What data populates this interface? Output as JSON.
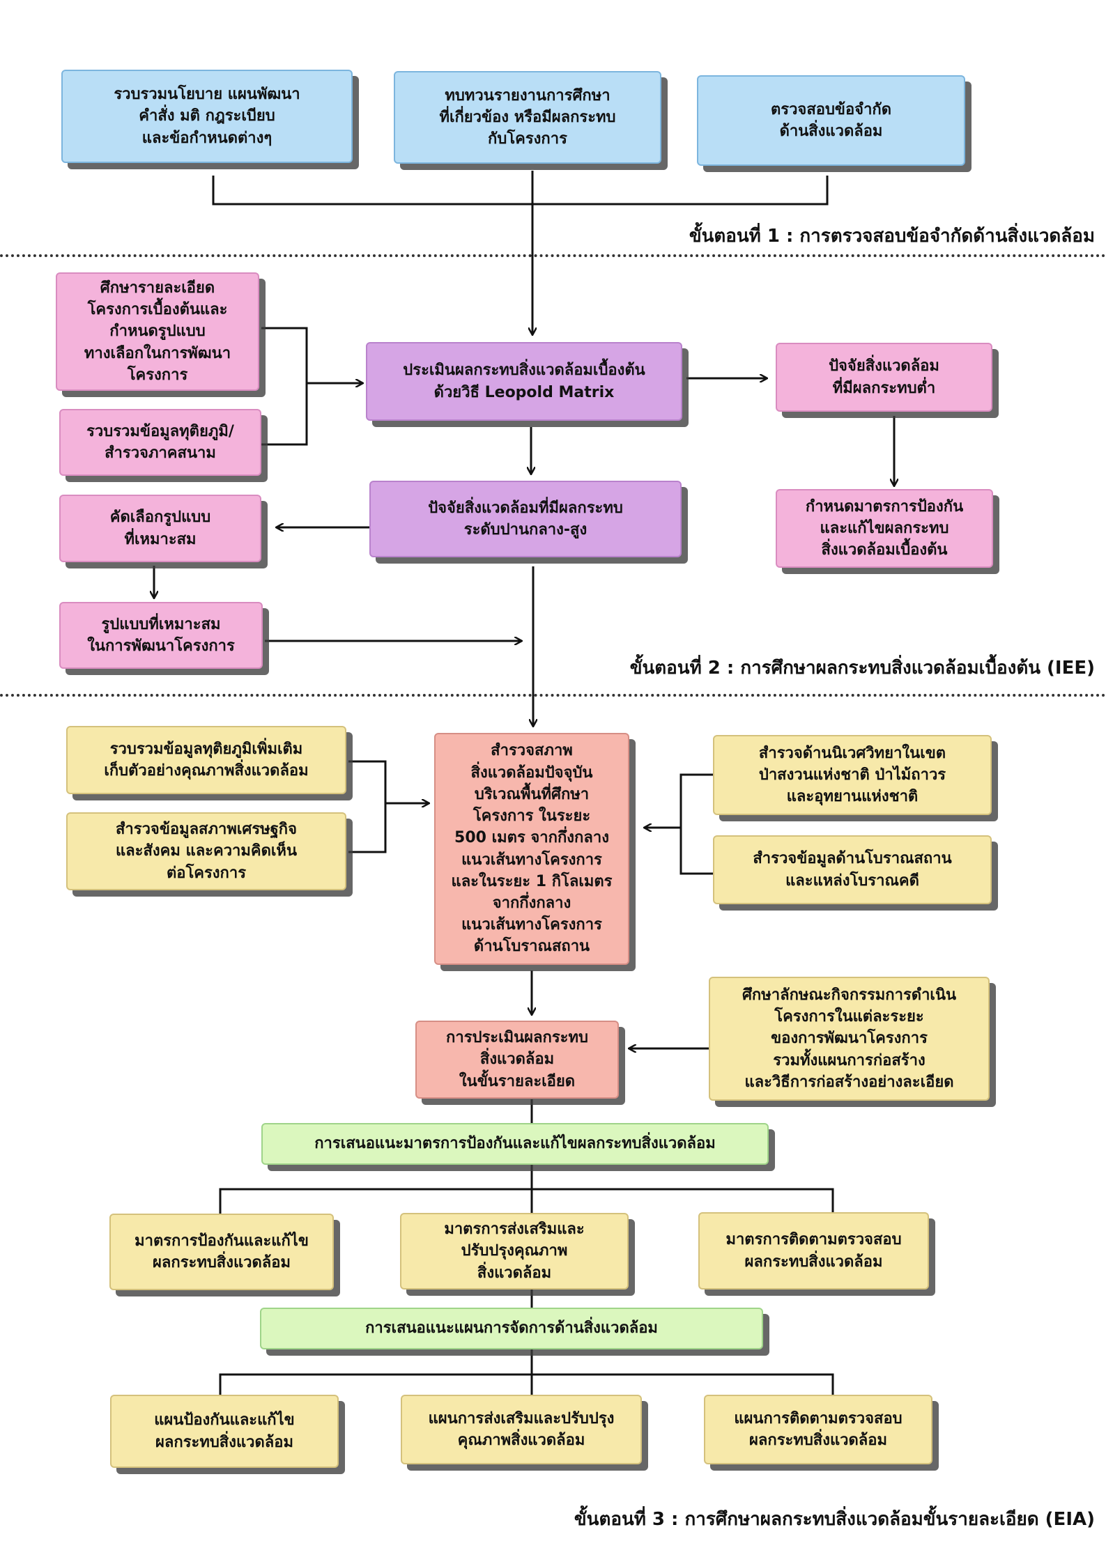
{
  "stage1": {
    "boxes": [
      "รวบรวมนโยบาย แผนพัฒนา\nคำสั่ง มติ กฎระเบียบ\nและข้อกำหนดต่างๆ",
      "ทบทวนรายงานการศึกษา\nที่เกี่ยวข้อง หรือมีผลกระทบ\nกับโครงการ",
      "ตรวจสอบข้อจำกัด\nด้านสิ่งแวดล้อม"
    ],
    "label": "ขั้นตอนที่ 1 : การตรวจสอบข้อจำกัดด้านสิ่งแวดล้อม"
  },
  "stage2": {
    "study_detail": "ศึกษารายละเอียด\nโครงการเบื้องต้นและ\nกำหนดรูปแบบ\nทางเลือกในการพัฒนา\nโครงการ",
    "collect_data": "รวบรวมข้อมูลทุติยภูมิ/\nสำรวจภาคสนาม",
    "leopold": "ประเมินผลกระทบสิ่งแวดล้อมเบื้องต้น\nด้วยวิธี Leopold Matrix",
    "low_impact": "ปัจจัยสิ่งแวดล้อม\nที่มีผลกระทบต่ำ",
    "mitigation": "กำหนดมาตรการป้องกัน\nและแก้ไขผลกระทบ\nสิ่งแวดล้อมเบื้องต้น",
    "med_high": "ปัจจัยสิ่งแวดล้อมที่มีผลกระทบ\nระดับปานกลาง-สูง",
    "select_form": "คัดเลือกรูปแบบ\nที่เหมาะสม",
    "suitable_form": "รูปแบบที่เหมาะสม\nในการพัฒนาโครงการ",
    "label": "ขั้นตอนที่ 2 : การศึกษาผลกระทบสิ่งแวดล้อมเบื้องต้น (IEE)"
  },
  "stage3": {
    "collect_more": "รวบรวมข้อมูลทุติยภูมิเพิ่มเติม\nเก็บตัวอย่างคุณภาพสิ่งแวดล้อม",
    "socio": "สำรวจข้อมูลสภาพเศรษฐกิจ\nและสังคม และความคิดเห็น\nต่อโครงการ",
    "survey_current": "สำรวจสภาพ\nสิ่งแวดล้อมปัจจุบัน\nบริเวณพื้นที่ศึกษา\nโครงการ ในระยะ\n500 เมตร จากกึ่งกลาง\nแนวเส้นทางโครงการ\nและในระยะ 1 กิโลเมตร\nจากกึ่งกลาง\nแนวเส้นทางโครงการ\nด้านโบราณสถาน",
    "ecology": "สำรวจด้านนิเวศวิทยาในเขต\nป่าสงวนแห่งชาติ ป่าไม้ถาวร\nและอุทยานแห่งชาติ",
    "archaeo": "สำรวจข้อมูลด้านโบราณสถาน\nและแหล่งโบราณคดี",
    "detailed_assess": "การประเมินผลกระทบ\nสิ่งแวดล้อม\nในขั้นรายละเอียด",
    "activities": "ศึกษาลักษณะกิจกรรมการดำเนิน\nโครงการในแต่ละระยะ\nของการพัฒนาโครงการ\nรวมทั้งแผนการก่อสร้าง\nและวิธีการก่อสร้างอย่างละเอียด",
    "propose_measures": "การเสนอแนะมาตรการป้องกันและแก้ไขผลกระทบสิ่งแวดล้อม",
    "measure_prevent": "มาตรการป้องกันและแก้ไข\nผลกระทบสิ่งแวดล้อม",
    "measure_promote": "มาตรการส่งเสริมและ\nปรับปรุงคุณภาพ\nสิ่งแวดล้อม",
    "measure_monitor": "มาตรการติดตามตรวจสอบ\nผลกระทบสิ่งแวดล้อม",
    "propose_plan": "การเสนอแนะแผนการจัดการด้านสิ่งแวดล้อม",
    "plan_prevent": "แผนป้องกันและแก้ไข\nผลกระทบสิ่งแวดล้อม",
    "plan_promote": "แผนการส่งเสริมและปรับปรุง\nคุณภาพสิ่งแวดล้อม",
    "plan_monitor": "แผนการติดตามตรวจสอบ\nผลกระทบสิ่งแวดล้อม",
    "label": "ขั้นตอนที่ 3 : การศึกษาผลกระทบสิ่งแวดล้อมขั้นรายละเอียด (EIA)"
  }
}
